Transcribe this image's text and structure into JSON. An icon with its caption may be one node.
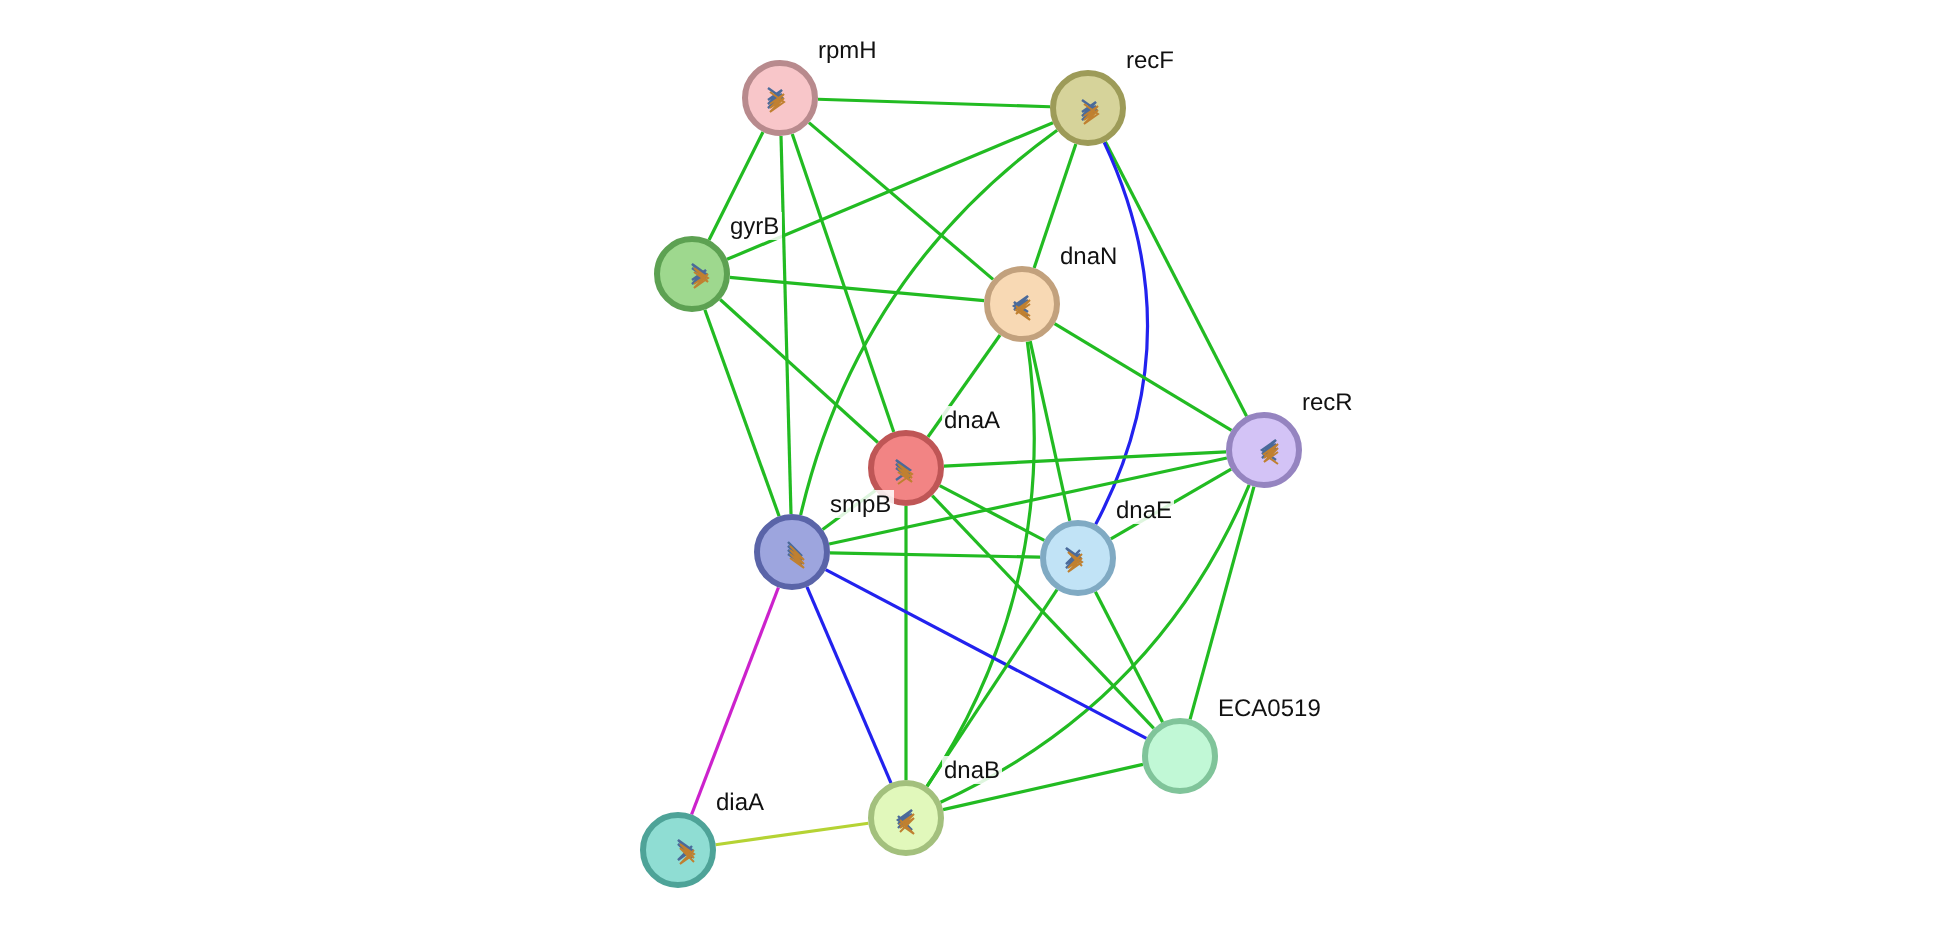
{
  "diagram": {
    "nodes": [
      {
        "text": [
          "rpmH"
        ]
      },
      {
        "text": [
          "recF"
        ]
      },
      {
        "text": [
          "gyrB"
        ]
      },
      {
        "text": [
          "dnaN"
        ]
      },
      {
        "text": [
          "recR"
        ]
      },
      {
        "text": [
          "dnaA"
        ]
      },
      {
        "text": [
          "smpB"
        ]
      },
      {
        "text": [
          "dnaE"
        ]
      },
      {
        "text": [
          "ECA0519"
        ]
      },
      {
        "text": [
          "diaA"
        ]
      },
      {
        "text": [
          "dnaB"
        ]
      }
    ],
    "edges": [
      {
        "from": 0,
        "to": 1,
        "arrow": "none"
      },
      {
        "from": 0,
        "to": 2,
        "arrow": "none"
      },
      {
        "from": 0,
        "to": 3,
        "arrow": "none"
      },
      {
        "from": 0,
        "to": 5,
        "arrow": "none"
      },
      {
        "from": 0,
        "to": 6,
        "arrow": "none"
      },
      {
        "from": 1,
        "to": 2,
        "arrow": "none"
      },
      {
        "from": 1,
        "to": 3,
        "arrow": "none"
      },
      {
        "from": 1,
        "to": 4,
        "arrow": "none"
      },
      {
        "from": 1,
        "to": 7,
        "arrow": "none",
        "color": "#2222ee"
      },
      {
        "from": 1,
        "to": 6,
        "arrow": "none"
      },
      {
        "from": 2,
        "to": 3,
        "arrow": "none"
      },
      {
        "from": 2,
        "to": 5,
        "arrow": "none"
      },
      {
        "from": 2,
        "to": 6,
        "arrow": "none"
      },
      {
        "from": 3,
        "to": 4,
        "arrow": "none"
      },
      {
        "from": 3,
        "to": 5,
        "arrow": "none"
      },
      {
        "from": 3,
        "to": 7,
        "arrow": "none"
      },
      {
        "from": 3,
        "to": 10,
        "arrow": "none"
      },
      {
        "from": 4,
        "to": 5,
        "arrow": "none"
      },
      {
        "from": 4,
        "to": 6,
        "arrow": "none"
      },
      {
        "from": 4,
        "to": 7,
        "arrow": "none"
      },
      {
        "from": 4,
        "to": 8,
        "arrow": "none"
      },
      {
        "from": 4,
        "to": 10,
        "arrow": "none"
      },
      {
        "from": 5,
        "to": 6,
        "arrow": "none"
      },
      {
        "from": 5,
        "to": 7,
        "arrow": "none"
      },
      {
        "from": 5,
        "to": 8,
        "arrow": "none"
      },
      {
        "from": 5,
        "to": 10,
        "arrow": "none"
      },
      {
        "from": 6,
        "to": 9,
        "arrow": "none",
        "color": "#cc22cc"
      },
      {
        "from": 6,
        "to": 7,
        "arrow": "none"
      },
      {
        "from": 6,
        "to": 8,
        "arrow": "none",
        "color": "#2222ee"
      },
      {
        "from": 6,
        "to": 10,
        "arrow": "none",
        "color": "#2222ee"
      },
      {
        "from": 7,
        "to": 8,
        "arrow": "none"
      },
      {
        "from": 7,
        "to": 10,
        "arrow": "none"
      },
      {
        "from": 8,
        "to": 10,
        "arrow": "none"
      },
      {
        "from": 9,
        "to": 10,
        "arrow": "none",
        "color": "#b5d334"
      }
    ]
  }
}
